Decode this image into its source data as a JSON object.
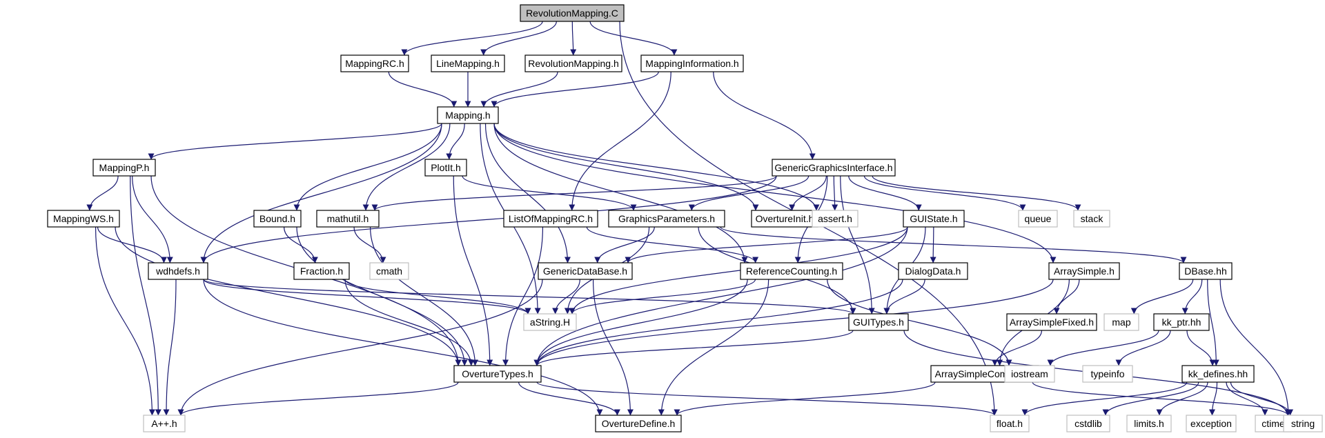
{
  "graph": {
    "nodes": [
      {
        "id": "revmapc",
        "label": "RevolutionMapping.C",
        "style": "root"
      },
      {
        "id": "mappingrc",
        "label": "MappingRC.h",
        "style": "normal"
      },
      {
        "id": "linemapping",
        "label": "LineMapping.h",
        "style": "normal"
      },
      {
        "id": "revmaph",
        "label": "RevolutionMapping.h",
        "style": "normal"
      },
      {
        "id": "mappinginfo",
        "label": "MappingInformation.h",
        "style": "normal"
      },
      {
        "id": "mapping",
        "label": "Mapping.h",
        "style": "normal"
      },
      {
        "id": "mappingp",
        "label": "MappingP.h",
        "style": "normal"
      },
      {
        "id": "plotit",
        "label": "PlotIt.h",
        "style": "normal"
      },
      {
        "id": "ggi",
        "label": "GenericGraphicsInterface.h",
        "style": "normal"
      },
      {
        "id": "mappingws",
        "label": "MappingWS.h",
        "style": "normal"
      },
      {
        "id": "bound",
        "label": "Bound.h",
        "style": "normal"
      },
      {
        "id": "mathutil",
        "label": "mathutil.h",
        "style": "normal"
      },
      {
        "id": "listofmappingrc",
        "label": "ListOfMappingRC.h",
        "style": "normal"
      },
      {
        "id": "graphicsparams",
        "label": "GraphicsParameters.h",
        "style": "normal"
      },
      {
        "id": "overtureinit",
        "label": "OvertureInit.h",
        "style": "normal"
      },
      {
        "id": "asserth",
        "label": "assert.h",
        "style": "system"
      },
      {
        "id": "guistate",
        "label": "GUIState.h",
        "style": "normal"
      },
      {
        "id": "queue",
        "label": "queue",
        "style": "system"
      },
      {
        "id": "stack",
        "label": "stack",
        "style": "system"
      },
      {
        "id": "wdhdefs",
        "label": "wdhdefs.h",
        "style": "normal"
      },
      {
        "id": "fraction",
        "label": "Fraction.h",
        "style": "normal"
      },
      {
        "id": "cmath",
        "label": "cmath",
        "style": "system"
      },
      {
        "id": "genericdatabase",
        "label": "GenericDataBase.h",
        "style": "normal"
      },
      {
        "id": "refcounting",
        "label": "ReferenceCounting.h",
        "style": "normal"
      },
      {
        "id": "dialogdata",
        "label": "DialogData.h",
        "style": "normal"
      },
      {
        "id": "arraysimple",
        "label": "ArraySimple.h",
        "style": "normal"
      },
      {
        "id": "dbase",
        "label": "DBase.hh",
        "style": "normal"
      },
      {
        "id": "astring",
        "label": "aString.H",
        "style": "system"
      },
      {
        "id": "guitypes",
        "label": "GUITypes.h",
        "style": "normal"
      },
      {
        "id": "arraysimplefixed",
        "label": "ArraySimpleFixed.h",
        "style": "normal"
      },
      {
        "id": "map",
        "label": "map",
        "style": "system"
      },
      {
        "id": "kkptr",
        "label": "kk_ptr.hh",
        "style": "normal"
      },
      {
        "id": "overturetypes",
        "label": "OvertureTypes.h",
        "style": "normal"
      },
      {
        "id": "arraysimplecommon",
        "label": "ArraySimpleCommon.h",
        "style": "normal"
      },
      {
        "id": "iostream",
        "label": "iostream",
        "style": "system"
      },
      {
        "id": "typeinfo",
        "label": "typeinfo",
        "style": "system"
      },
      {
        "id": "kkdefines",
        "label": "kk_defines.hh",
        "style": "normal"
      },
      {
        "id": "app",
        "label": "A++.h",
        "style": "system"
      },
      {
        "id": "overturedefine",
        "label": "OvertureDefine.h",
        "style": "normal"
      },
      {
        "id": "floath",
        "label": "float.h",
        "style": "system"
      },
      {
        "id": "cstdlib",
        "label": "cstdlib",
        "style": "system"
      },
      {
        "id": "limits",
        "label": "limits.h",
        "style": "system"
      },
      {
        "id": "exception",
        "label": "exception",
        "style": "system"
      },
      {
        "id": "ctime",
        "label": "ctime",
        "style": "system"
      },
      {
        "id": "string",
        "label": "string",
        "style": "system"
      }
    ],
    "edges": [
      [
        "revmapc",
        "mappingrc"
      ],
      [
        "revmapc",
        "linemapping"
      ],
      [
        "revmapc",
        "revmaph"
      ],
      [
        "revmapc",
        "mappinginfo"
      ],
      [
        "revmapc",
        "floath"
      ],
      [
        "mappingrc",
        "mapping"
      ],
      [
        "linemapping",
        "mapping"
      ],
      [
        "revmaph",
        "mapping"
      ],
      [
        "mappinginfo",
        "mapping"
      ],
      [
        "mappinginfo",
        "ggi"
      ],
      [
        "mappinginfo",
        "listofmappingrc"
      ],
      [
        "mapping",
        "mappingp"
      ],
      [
        "mapping",
        "plotit"
      ],
      [
        "mapping",
        "bound"
      ],
      [
        "mapping",
        "mathutil"
      ],
      [
        "mapping",
        "wdhdefs"
      ],
      [
        "mapping",
        "astring"
      ],
      [
        "mapping",
        "genericdatabase"
      ],
      [
        "mapping",
        "overtureinit"
      ],
      [
        "mapping",
        "asserth"
      ],
      [
        "mapping",
        "refcounting"
      ],
      [
        "mapping",
        "arraysimple"
      ],
      [
        "mappingp",
        "mappingws"
      ],
      [
        "mappingp",
        "wdhdefs"
      ],
      [
        "mappingp",
        "overturetypes"
      ],
      [
        "mappingp",
        "app"
      ],
      [
        "mappingws",
        "wdhdefs"
      ],
      [
        "mappingws",
        "overturetypes"
      ],
      [
        "mappingws",
        "app"
      ],
      [
        "plotit",
        "graphicsparams"
      ],
      [
        "plotit",
        "overturetypes"
      ],
      [
        "ggi",
        "wdhdefs"
      ],
      [
        "ggi",
        "mathutil"
      ],
      [
        "ggi",
        "graphicsparams"
      ],
      [
        "ggi",
        "overtureinit"
      ],
      [
        "ggi",
        "asserth"
      ],
      [
        "ggi",
        "guistate"
      ],
      [
        "ggi",
        "queue"
      ],
      [
        "ggi",
        "stack"
      ],
      [
        "ggi",
        "guitypes"
      ],
      [
        "ggi",
        "refcounting"
      ],
      [
        "bound",
        "fraction"
      ],
      [
        "bound",
        "overturetypes"
      ],
      [
        "mathutil",
        "cmath"
      ],
      [
        "mathutil",
        "overturetypes"
      ],
      [
        "fraction",
        "overturetypes"
      ],
      [
        "fraction",
        "astring"
      ],
      [
        "listofmappingrc",
        "refcounting"
      ],
      [
        "listofmappingrc",
        "overturetypes"
      ],
      [
        "graphicsparams",
        "genericdatabase"
      ],
      [
        "graphicsparams",
        "astring"
      ],
      [
        "graphicsparams",
        "guitypes"
      ],
      [
        "graphicsparams",
        "dbase"
      ],
      [
        "guistate",
        "dialogdata"
      ],
      [
        "guistate",
        "guitypes"
      ],
      [
        "guistate",
        "genericdatabase"
      ],
      [
        "guistate",
        "astring"
      ],
      [
        "guistate",
        "overturetypes"
      ],
      [
        "wdhdefs",
        "astring"
      ],
      [
        "wdhdefs",
        "guitypes"
      ],
      [
        "wdhdefs",
        "app"
      ],
      [
        "wdhdefs",
        "overturedefine"
      ],
      [
        "genericdatabase",
        "astring"
      ],
      [
        "genericdatabase",
        "overturedefine"
      ],
      [
        "genericdatabase",
        "app"
      ],
      [
        "refcounting",
        "astring"
      ],
      [
        "refcounting",
        "overturetypes"
      ],
      [
        "refcounting",
        "overturedefine"
      ],
      [
        "refcounting",
        "iostream"
      ],
      [
        "dialogdata",
        "guitypes"
      ],
      [
        "dialogdata",
        "overturetypes"
      ],
      [
        "arraysimple",
        "arraysimplefixed"
      ],
      [
        "arraysimple",
        "arraysimplecommon"
      ],
      [
        "arraysimple",
        "overturetypes"
      ],
      [
        "arraysimplefixed",
        "arraysimplecommon"
      ],
      [
        "dbase",
        "map"
      ],
      [
        "dbase",
        "kkptr"
      ],
      [
        "dbase",
        "kkdefines"
      ],
      [
        "dbase",
        "string"
      ],
      [
        "guitypes",
        "overturetypes"
      ],
      [
        "guitypes",
        "string"
      ],
      [
        "kkptr",
        "iostream"
      ],
      [
        "kkptr",
        "typeinfo"
      ],
      [
        "kkptr",
        "kkdefines"
      ],
      [
        "overturetypes",
        "app"
      ],
      [
        "overturetypes",
        "overturedefine"
      ],
      [
        "overturetypes",
        "floath"
      ],
      [
        "arraysimplecommon",
        "overturedefine"
      ],
      [
        "arraysimplecommon",
        "string"
      ],
      [
        "kkdefines",
        "floath"
      ],
      [
        "kkdefines",
        "cstdlib"
      ],
      [
        "kkdefines",
        "limits"
      ],
      [
        "kkdefines",
        "exception"
      ],
      [
        "kkdefines",
        "ctime"
      ],
      [
        "kkdefines",
        "string"
      ]
    ]
  },
  "colors": {
    "edge": "#191970",
    "node_border": "#000000",
    "system_border": "#bfbfbf",
    "root_fill": "#bfbfbf",
    "node_fill": "#ffffff",
    "text": "#000000"
  }
}
